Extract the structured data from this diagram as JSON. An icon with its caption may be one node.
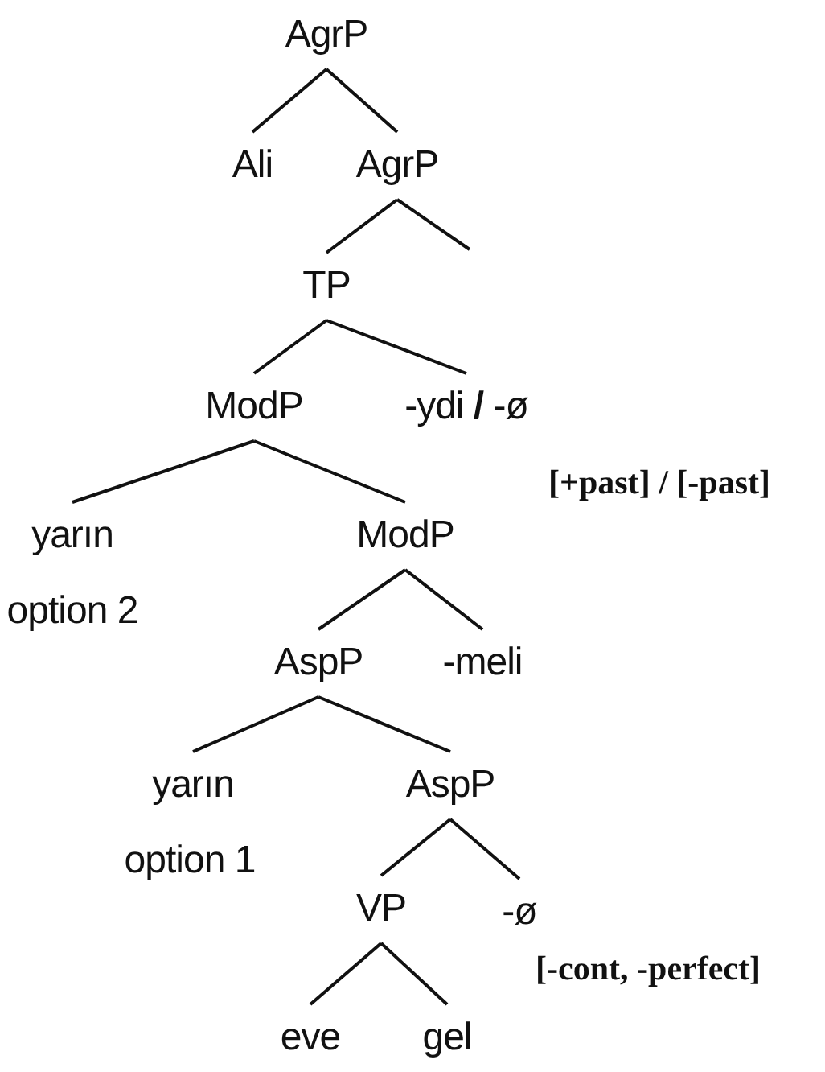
{
  "diagram": {
    "nodes": [
      {
        "text": [
          "AgrP"
        ]
      },
      {
        "text": [
          "Ali"
        ]
      },
      {
        "text": [
          "AgrP"
        ]
      },
      {
        "text": [
          "TP"
        ]
      },
      {
        "text": [
          "ModP"
        ]
      },
      {
        "text": [
          "-ydi **/** -ø"
        ],
        "beside": [
          "[+past] / [-past]"
        ]
      },
      {
        "text": [
          "yarın"
        ],
        "beside": [
          "option 2"
        ]
      },
      {
        "text": [
          "ModP"
        ]
      },
      {
        "text": [
          "AspP"
        ]
      },
      {
        "text": [
          "-meli"
        ]
      },
      {
        "text": [
          "yarın"
        ],
        "beside": [
          "option 1"
        ]
      },
      {
        "text": [
          "AspP"
        ]
      },
      {
        "text": [
          "VP"
        ]
      },
      {
        "text": [
          "-ø"
        ],
        "beside": [
          "[-cont, -perfect]"
        ]
      },
      {
        "text": [
          "eve"
        ]
      },
      {
        "text": [
          "gel"
        ]
      }
    ],
    "edges": [
      {
        "from": 0,
        "to": 1,
        "arrow": "none"
      },
      {
        "from": 0,
        "to": 2,
        "arrow": "none"
      },
      {
        "from": 2,
        "to": null,
        "arrow": "none"
      },
      {
        "from": 2,
        "to": 3,
        "arrow": "none"
      },
      {
        "from": 3,
        "to": 4,
        "arrow": "none"
      },
      {
        "from": 3,
        "to": 5,
        "arrow": "none"
      },
      {
        "from": 4,
        "to": 6,
        "arrow": "none"
      },
      {
        "from": 4,
        "to": 7,
        "arrow": "none"
      },
      {
        "from": 7,
        "to": 8,
        "arrow": "none"
      },
      {
        "from": 7,
        "to": 9,
        "arrow": "none"
      },
      {
        "from": 8,
        "to": 10,
        "arrow": "none"
      },
      {
        "from": 8,
        "to": 11,
        "arrow": "none"
      },
      {
        "from": 11,
        "to": 12,
        "arrow": "none"
      },
      {
        "from": 11,
        "to": 13,
        "arrow": "none"
      },
      {
        "from": 12,
        "to": 14,
        "arrow": "none"
      },
      {
        "from": 12,
        "to": 15,
        "arrow": "none"
      }
    ]
  }
}
